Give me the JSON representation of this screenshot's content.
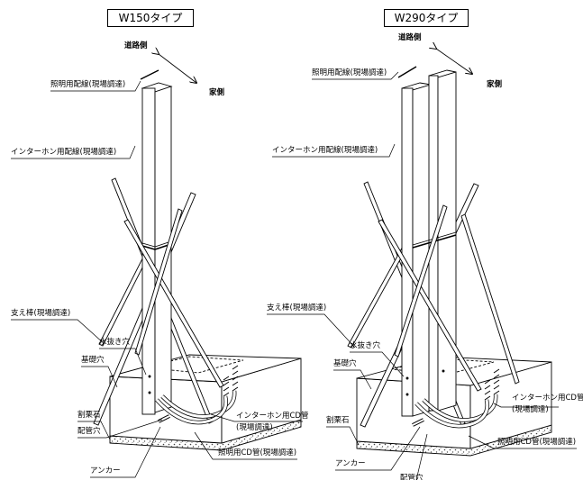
{
  "left": {
    "title": "W150タイプ",
    "road_side": "道路側",
    "house_side": "家側",
    "lighting_wiring": "照明用配線(現場調達)",
    "intercom_wiring": "インターホン用配線(現場調達)",
    "support_rod": "支え棒(現場調達)",
    "drain_hole": "水抜き穴",
    "foundation_hole": "基礎穴",
    "intercom_cd": "インターホン用CD管",
    "intercom_cd_sub": "(現場調達)",
    "crushed_stone": "割栗石",
    "conduit_hole": "配管穴",
    "lighting_cd": "照明用CD管(現場調達)",
    "anchor": "アンカー"
  },
  "right": {
    "title": "W290タイプ",
    "road_side": "道路側",
    "house_side": "家側",
    "lighting_wiring": "照明用配線(現場調達)",
    "intercom_wiring": "インターホン用配線(現場調達)",
    "support_rod": "支え棒(現場調達)",
    "drain_hole": "水抜き穴",
    "foundation_hole": "基礎穴",
    "intercom_cd": "インターホン用CD管",
    "intercom_cd_sub": "(現場調達)",
    "crushed_stone": "割栗石",
    "lighting_cd": "照明用CD管(現場調達)",
    "anchor": "アンカー",
    "conduit_hole_cut": "配管穴"
  }
}
